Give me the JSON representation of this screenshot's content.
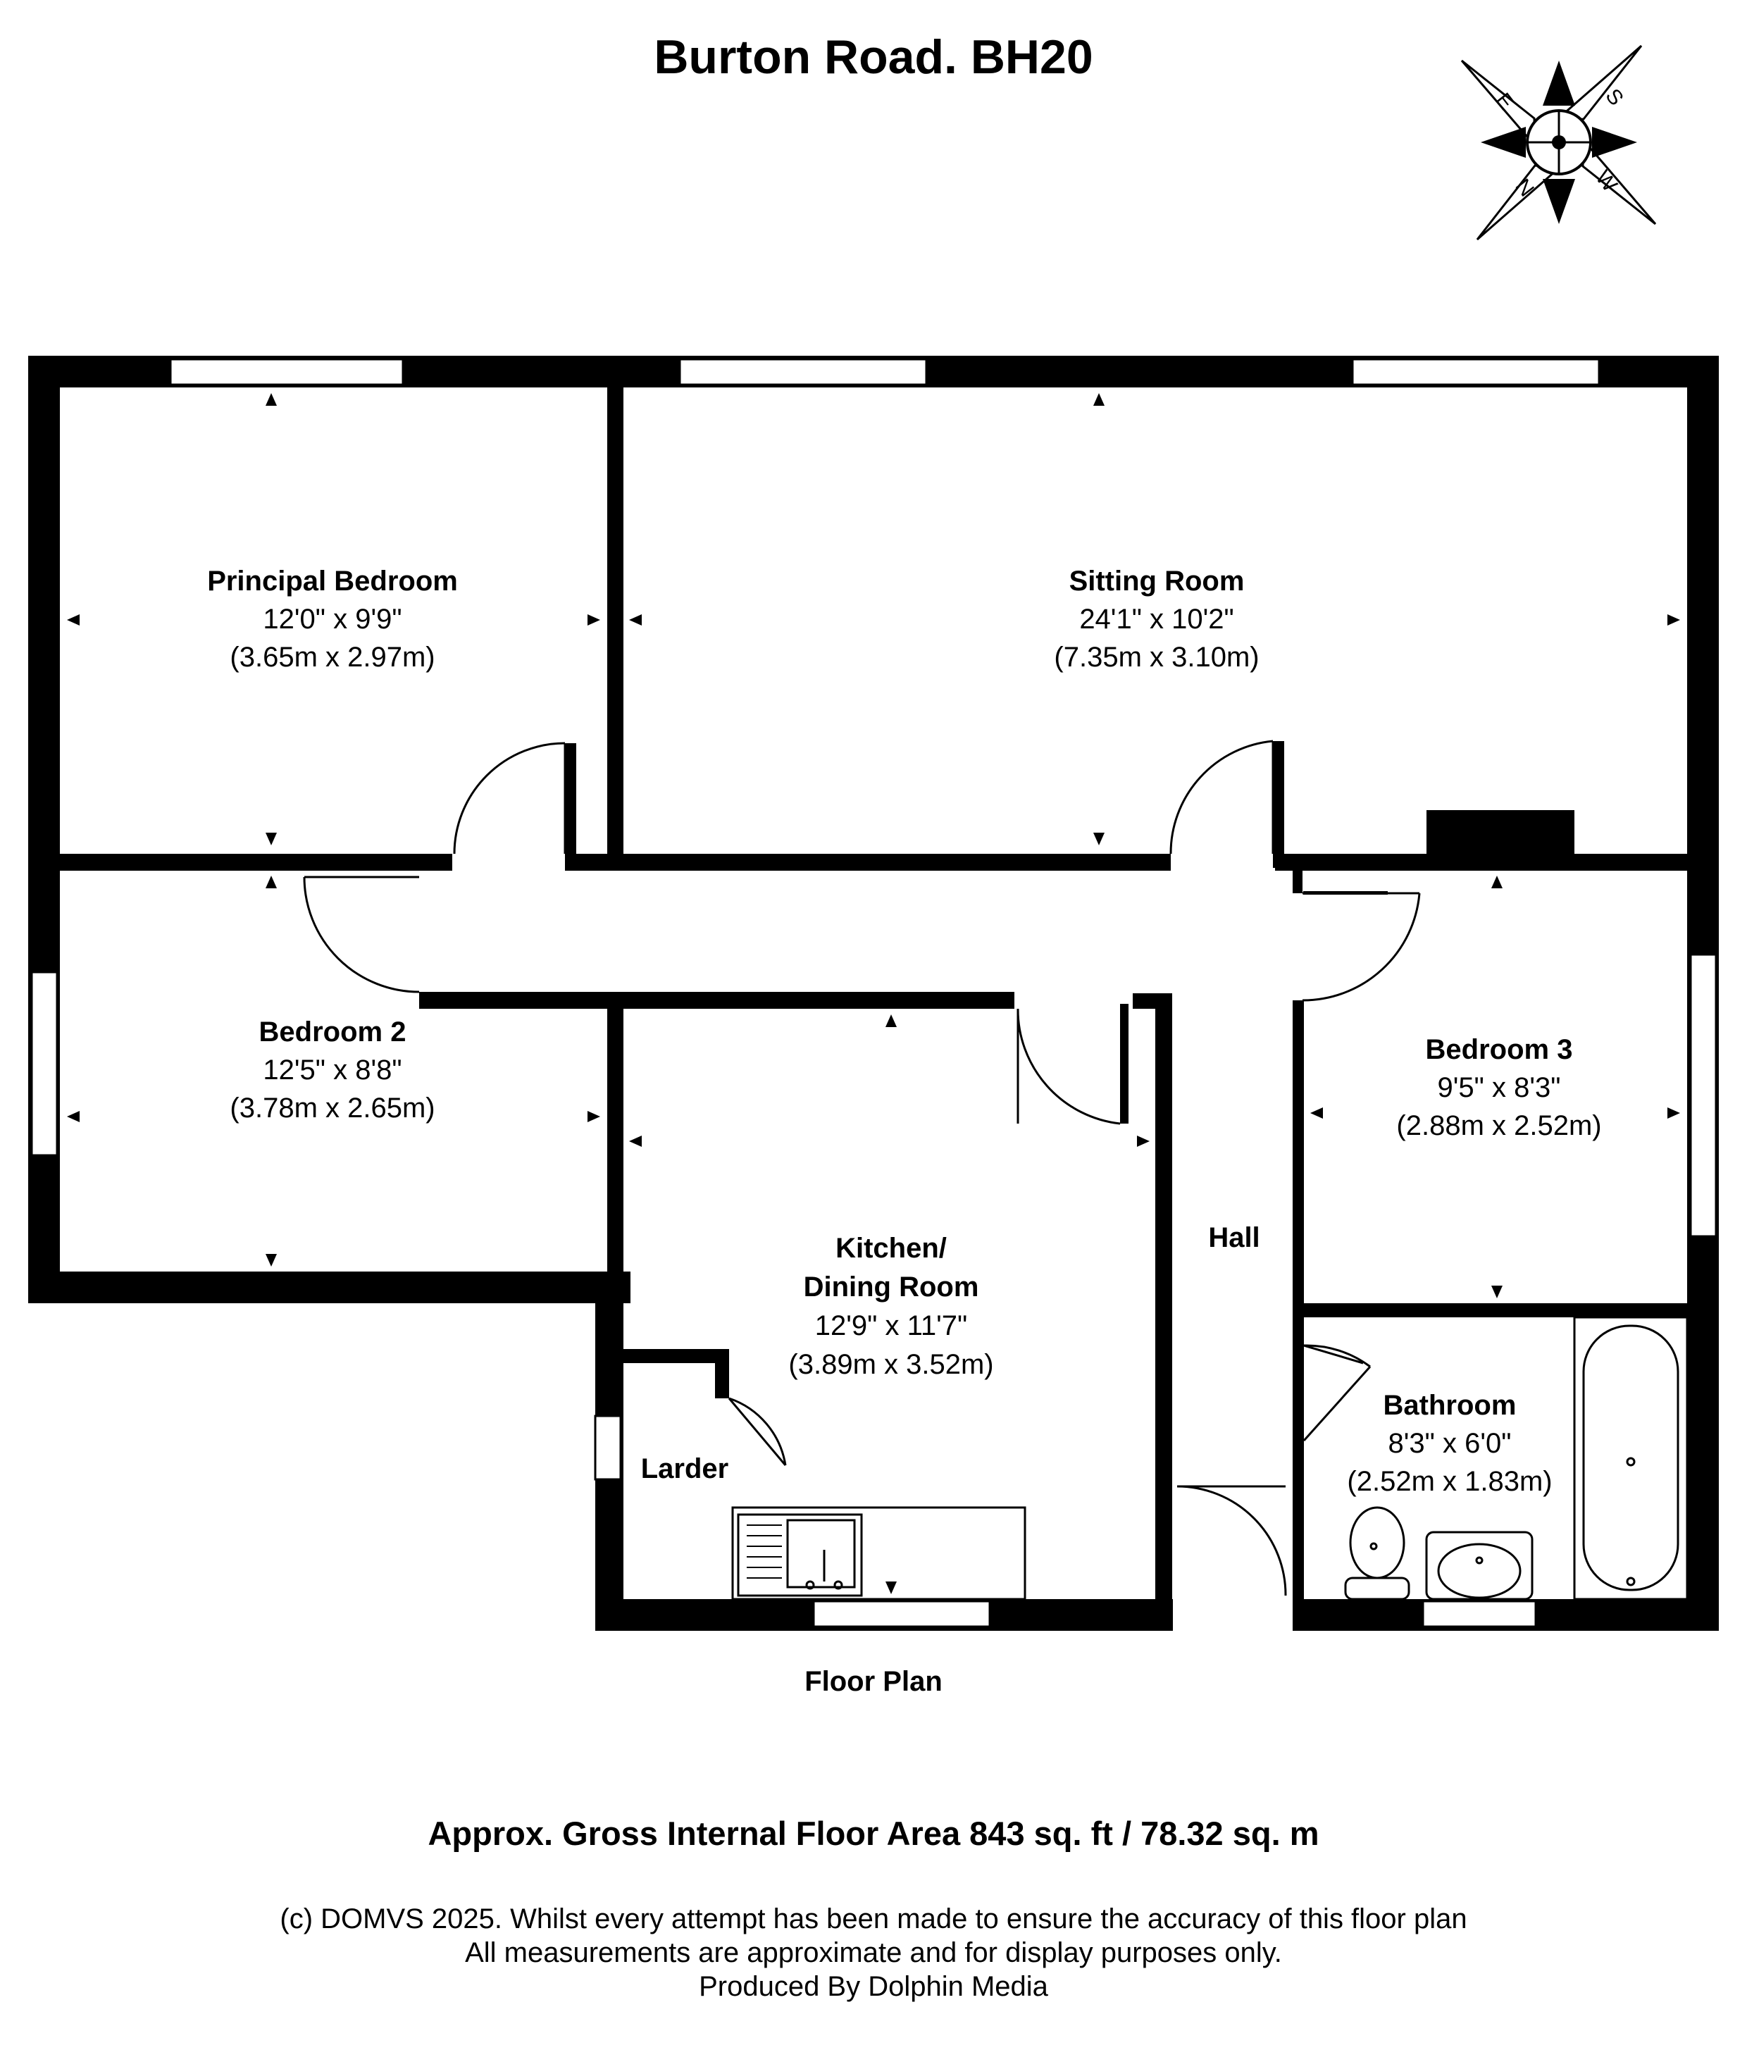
{
  "title": "Burton Road. BH20",
  "plan_label": "Floor Plan",
  "area": "Approx. Gross Internal Floor Area 843 sq. ft / 78.32 sq. m",
  "disclaimer": {
    "line1": "(c) DOMVS 2025. Whilst every attempt has been made to ensure the accuracy of this floor plan",
    "line2": "All measurements are approximate and for display purposes only.",
    "line3": "Produced By Dolphin Media"
  },
  "compass": {
    "n": "N",
    "s": "S",
    "e": "E",
    "w": "W"
  },
  "rooms": {
    "principal_bedroom": {
      "name": "Principal Bedroom",
      "imperial": "12'0\" x 9'9\"",
      "metric": "(3.65m x 2.97m)"
    },
    "sitting_room": {
      "name": "Sitting Room",
      "imperial": "24'1\" x 10'2\"",
      "metric": "(7.35m x 3.10m)"
    },
    "bedroom_2": {
      "name": "Bedroom 2",
      "imperial": "12'5\" x 8'8\"",
      "metric": "(3.78m x 2.65m)"
    },
    "bedroom_3": {
      "name": "Bedroom 3",
      "imperial": "9'5\" x 8'3\"",
      "metric": "(2.88m x 2.52m)"
    },
    "kitchen": {
      "name1": "Kitchen/",
      "name2": "Dining Room",
      "imperial": "12'9\" x 11'7\"",
      "metric": "(3.89m x 3.52m)"
    },
    "hall": {
      "name": "Hall"
    },
    "bathroom": {
      "name": "Bathroom",
      "imperial": "8'3\" x 6'0\"",
      "metric": "(2.52m x 1.83m)"
    },
    "larder": {
      "name": "Larder"
    }
  },
  "colors": {
    "wall": "#000000",
    "window": "#ffffff",
    "background": "#ffffff"
  }
}
